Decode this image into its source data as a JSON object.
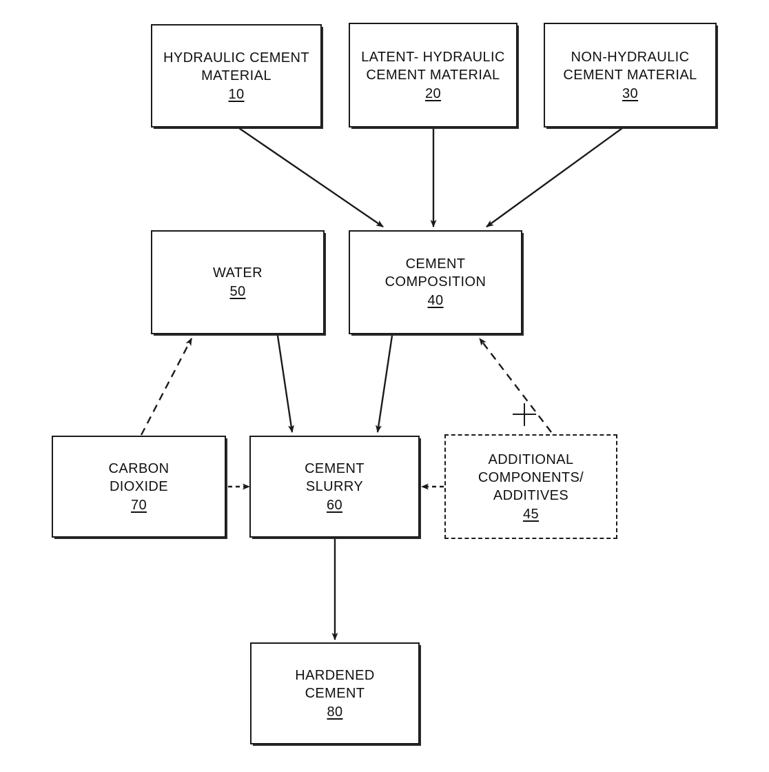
{
  "figure": {
    "title": "Cement composition process flow diagram",
    "background_color": "#ffffff",
    "line_color": "#1a1a1a",
    "text_color": "#111111"
  },
  "nodes": [
    {
      "id": "hydraulic",
      "label": "HYDRAULIC CEMENT\nMATERIAL",
      "ref": "10",
      "style": "solid"
    },
    {
      "id": "latent_hydraulic",
      "label": "LATENT- HYDRAULIC\nCEMENT MATERIAL",
      "ref": "20",
      "style": "solid"
    },
    {
      "id": "non_hydraulic",
      "label": "NON-HYDRAULIC\nCEMENT MATERIAL",
      "ref": "30",
      "style": "solid"
    },
    {
      "id": "water",
      "label": "WATER",
      "ref": "50",
      "style": "solid"
    },
    {
      "id": "cement_composition",
      "label": "CEMENT\nCOMPOSITION",
      "ref": "40",
      "style": "solid"
    },
    {
      "id": "carbon_dioxide",
      "label": "CARBON\nDIOXIDE",
      "ref": "70",
      "style": "solid"
    },
    {
      "id": "cement_slurry",
      "label": "CEMENT\nSLURRY",
      "ref": "60",
      "style": "solid"
    },
    {
      "id": "additives",
      "label": "ADDITIONAL\nCOMPONENTS/\nADDITIVES",
      "ref": "45",
      "style": "dashed"
    },
    {
      "id": "hardened",
      "label": "HARDENED\nCEMENT",
      "ref": "80",
      "style": "solid"
    }
  ],
  "edges": [
    {
      "id": "hydraulic-to-composition",
      "from": "hydraulic",
      "to": "cement_composition",
      "style": "solid",
      "arrow": "end"
    },
    {
      "id": "latent-to-composition",
      "from": "latent_hydraulic",
      "to": "cement_composition",
      "style": "solid",
      "arrow": "end"
    },
    {
      "id": "nonhydraulic-to-composition",
      "from": "non_hydraulic",
      "to": "cement_composition",
      "style": "solid",
      "arrow": "end"
    },
    {
      "id": "co2-to-water",
      "from": "carbon_dioxide",
      "to": "water",
      "style": "dashed",
      "arrow": "end"
    },
    {
      "id": "water-to-slurry",
      "from": "water",
      "to": "cement_slurry",
      "style": "solid",
      "arrow": "end"
    },
    {
      "id": "composition-to-slurry",
      "from": "cement_composition",
      "to": "cement_slurry",
      "style": "solid",
      "arrow": "end"
    },
    {
      "id": "additives-to-composition",
      "from": "additives",
      "to": "cement_composition",
      "style": "dashed",
      "arrow": "end"
    },
    {
      "id": "co2-to-slurry",
      "from": "carbon_dioxide",
      "to": "cement_slurry",
      "style": "dashed",
      "arrow": "end"
    },
    {
      "id": "additives-to-slurry",
      "from": "additives",
      "to": "cement_slurry",
      "style": "dashed",
      "arrow": "end"
    },
    {
      "id": "slurry-to-hardened",
      "from": "cement_slurry",
      "to": "hardened",
      "style": "solid",
      "arrow": "end"
    }
  ],
  "markers": [
    {
      "id": "center-mark",
      "shape": "crosshair"
    }
  ]
}
